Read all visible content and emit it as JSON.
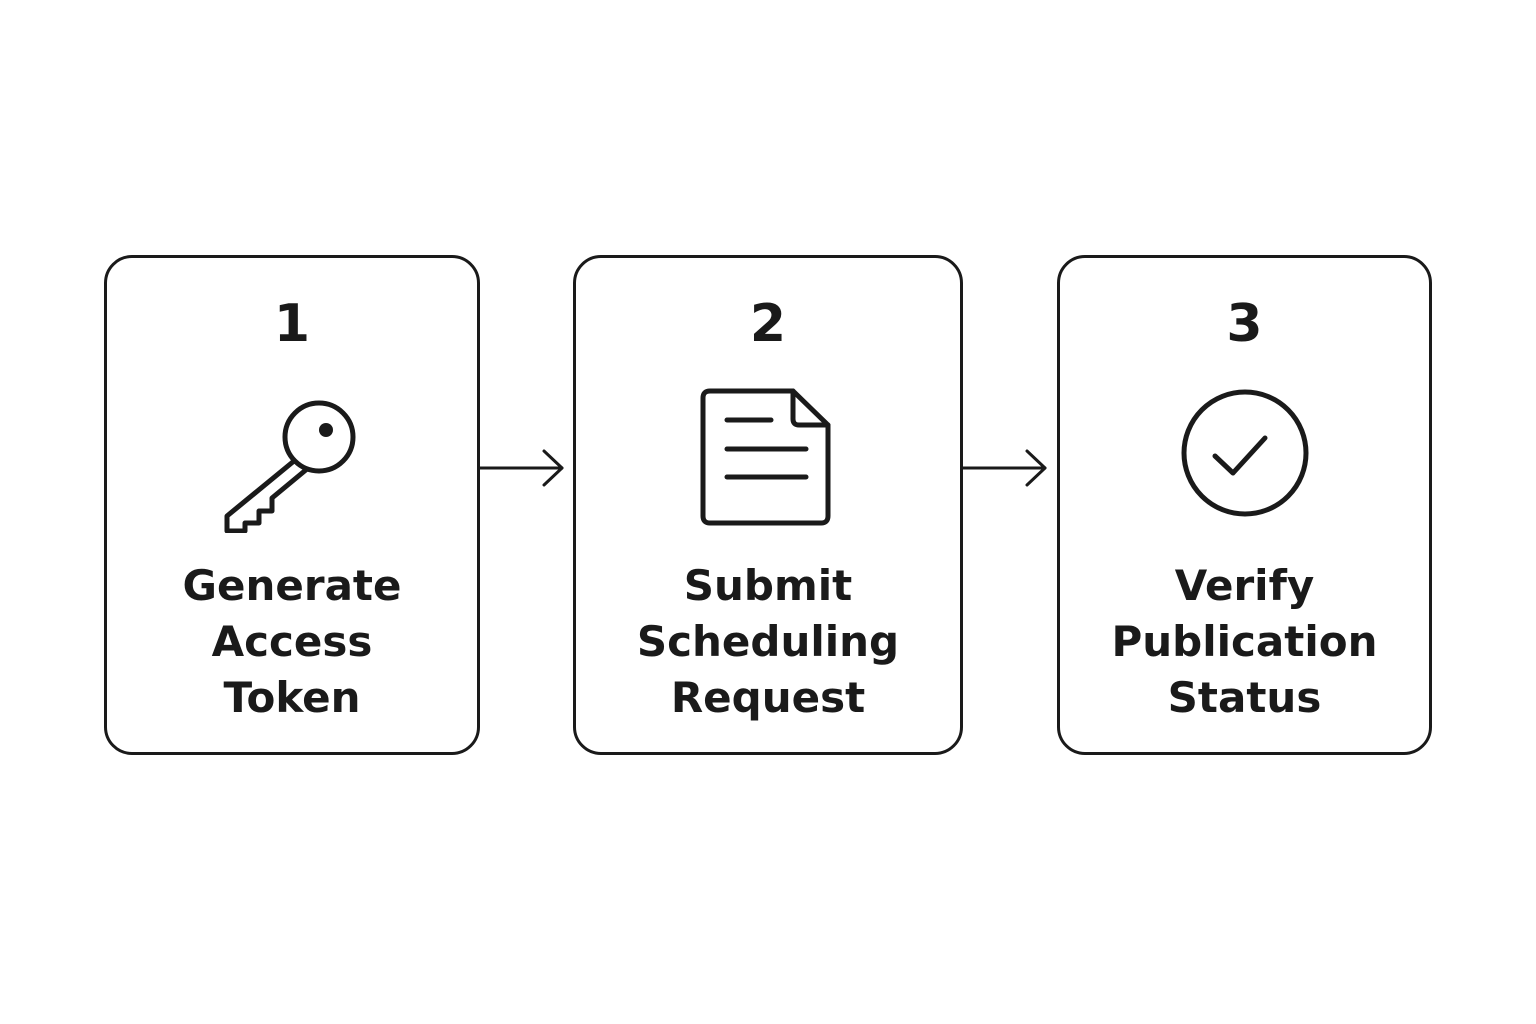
{
  "steps": [
    {
      "number": "1",
      "label": "Generate\nAccess\nToken",
      "icon": "key-icon"
    },
    {
      "number": "2",
      "label": "Submit\nScheduling\nRequest",
      "icon": "document-icon"
    },
    {
      "number": "3",
      "label": "Verify\nPublication\nStatus",
      "icon": "check-circle-icon"
    }
  ],
  "colors": {
    "stroke": "#1a1a1a",
    "background": "#ffffff"
  }
}
